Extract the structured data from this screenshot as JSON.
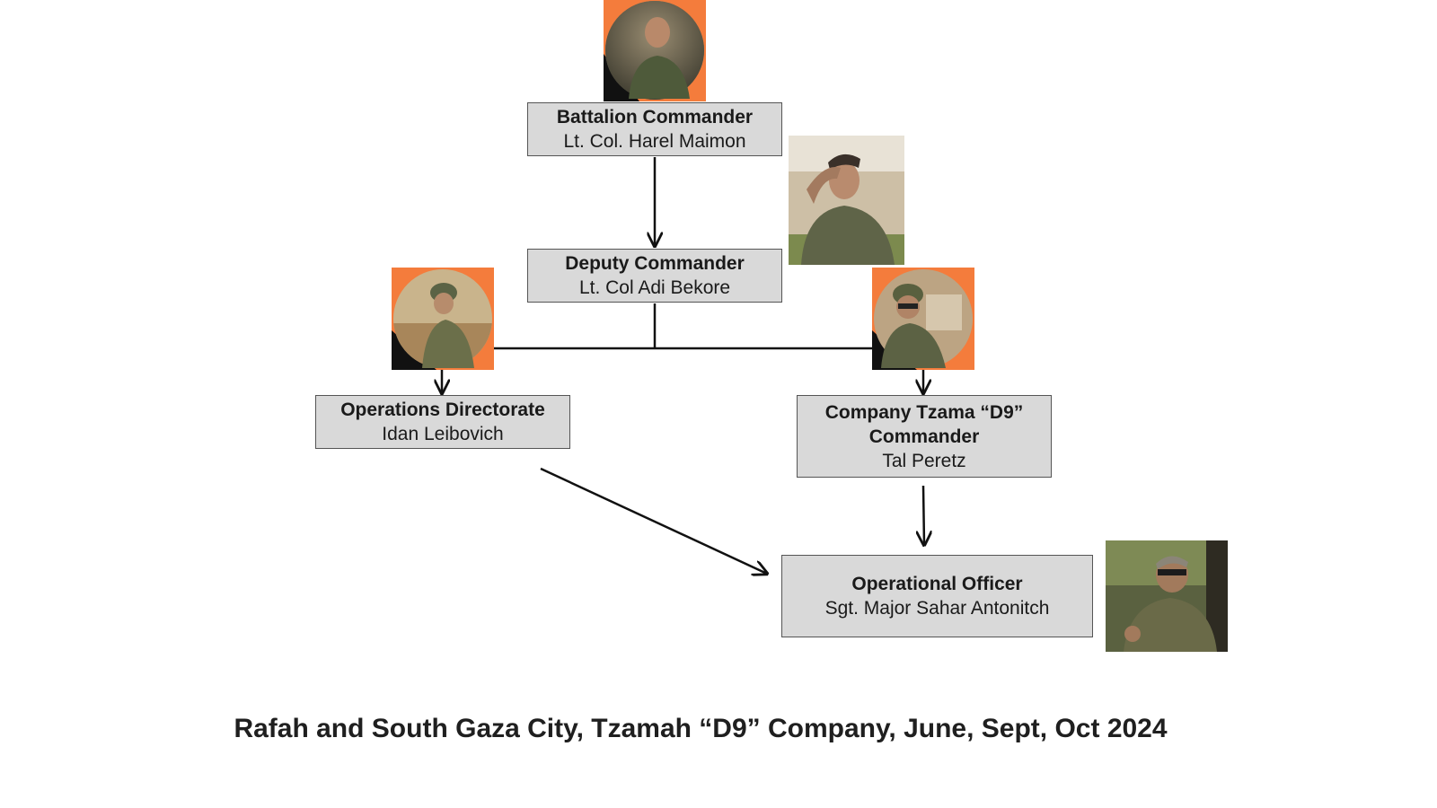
{
  "nodes": {
    "battalion_commander": {
      "role": "Battalion Commander",
      "person": "Lt. Col. Harel Maimon"
    },
    "deputy_commander": {
      "role": "Deputy Commander",
      "person": "Lt. Col Adi Bekore"
    },
    "operations_directorate": {
      "role": "Operations Directorate",
      "person": "Idan Leibovich"
    },
    "company_commander": {
      "role_line1": "Company Tzama “D9”",
      "role_line2": "Commander",
      "person": "Tal Peretz"
    },
    "operational_officer": {
      "role": "Operational Officer",
      "person": "Sgt. Major Sahar Antonitch"
    }
  },
  "caption": "Rafah and South Gaza City, Tzamah “D9” Company, June, Sept, Oct 2024",
  "colors": {
    "node_fill": "#d9d9d9",
    "node_border": "#555555",
    "photo_accent": "#f47c3c",
    "connector": "#111111"
  }
}
